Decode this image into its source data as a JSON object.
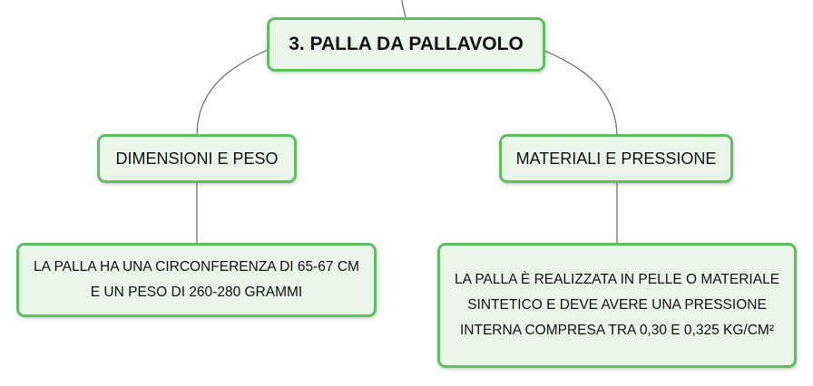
{
  "root": {
    "label": "3. PALLA DA PALLAVOLO"
  },
  "branches": [
    {
      "label": "DIMENSIONI E PESO",
      "detail": "LA PALLA HA UNA CIRCONFERENZA DI 65-67 CM E UN PESO DI 260-280 GRAMMI"
    },
    {
      "label": "MATERIALI E PRESSIONE",
      "detail": "LA PALLA È REALIZZATA IN PELLE O MATERIALE SINTETICO E DEVE AVERE UNA PRESSIONE INTERNA COMPRESA TRA 0,30 E 0,325 KG/CM²"
    }
  ],
  "colors": {
    "node_fill": "#eaf5ea",
    "node_border": "#5ebf5e",
    "connector": "#666666"
  }
}
